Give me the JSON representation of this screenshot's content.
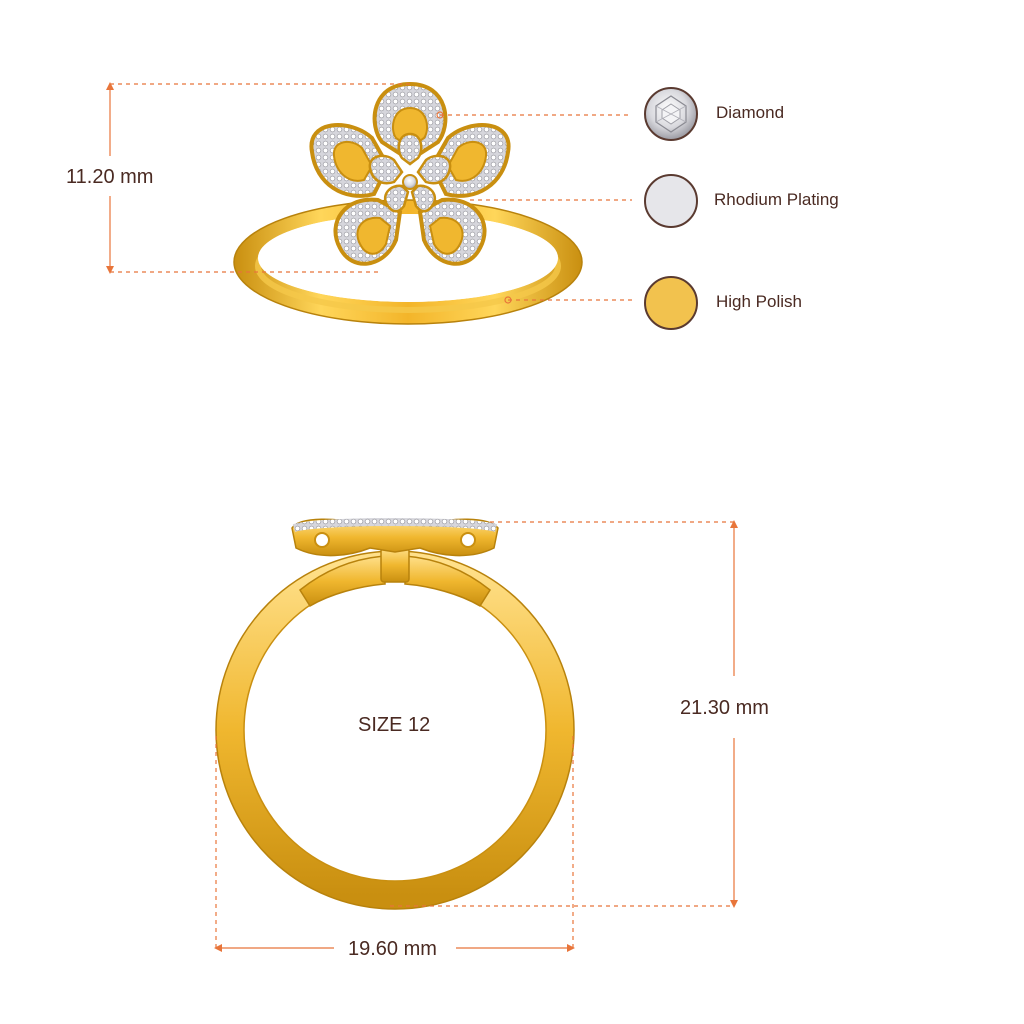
{
  "dimensions": {
    "top_height": "11.20 mm",
    "front_height": "21.30 mm",
    "front_width": "19.60 mm",
    "ring_size": "SIZE 12"
  },
  "materials": [
    {
      "name": "Diamond",
      "swatch_color": "#e8e8ec"
    },
    {
      "name": "Rhodium Plating",
      "swatch_color": "#e6e6ea"
    },
    {
      "name": "High Polish",
      "swatch_color": "#f2c24e"
    }
  ],
  "colors": {
    "guide_line": "#e8753a",
    "label_text": "#4a2a22",
    "gold": "#f0b72f",
    "gold_dark": "#c98f10",
    "gold_light": "#ffe08a"
  }
}
